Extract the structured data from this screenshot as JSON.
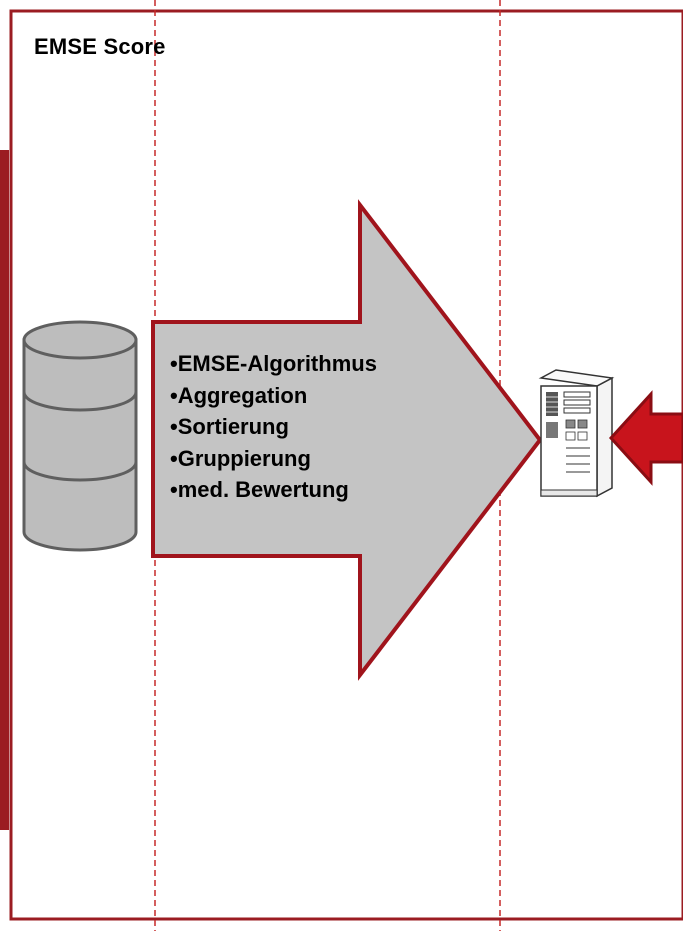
{
  "panel": {
    "title": "EMSE Score"
  },
  "process": {
    "steps": [
      "•EMSE-Algorithmus",
      "•Aggregation",
      "•Sortierung",
      "•Gruppierung",
      "•med. Bewertung"
    ]
  },
  "icons": {
    "database": "database-cylinder-icon",
    "server": "server-tower-icon",
    "process_arrow": "process-arrow-icon",
    "input_arrow": "incoming-arrow-icon"
  },
  "colors": {
    "frame": "#9b1c22",
    "divider": "#c62828",
    "arrow_fill": "#c4c4c4",
    "arrow_stroke": "#a0141c",
    "input_arrow_fill": "#c8141c",
    "database_fill": "#bdbdbd",
    "database_stroke": "#5f5f5f"
  }
}
